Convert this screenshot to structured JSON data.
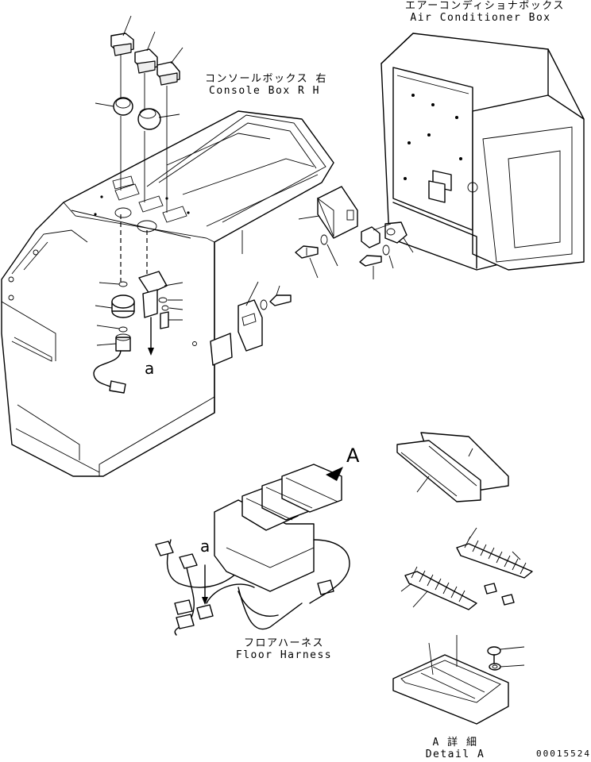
{
  "labels": {
    "air_conditioner_jp": "エアーコンディショナボックス",
    "air_conditioner_en": "Air Conditioner Box",
    "console_box_jp": "コンソールボックス 右",
    "console_box_en": "Console Box R H",
    "floor_harness_jp": "フロアハーネス",
    "floor_harness_en": "Floor Harness",
    "detail_jp": "A 詳 細",
    "detail_en": "Detail A",
    "view_a_marker": "A",
    "connection_a_upper": "a",
    "connection_a_lower": "a",
    "drawing_number": "00015524"
  }
}
